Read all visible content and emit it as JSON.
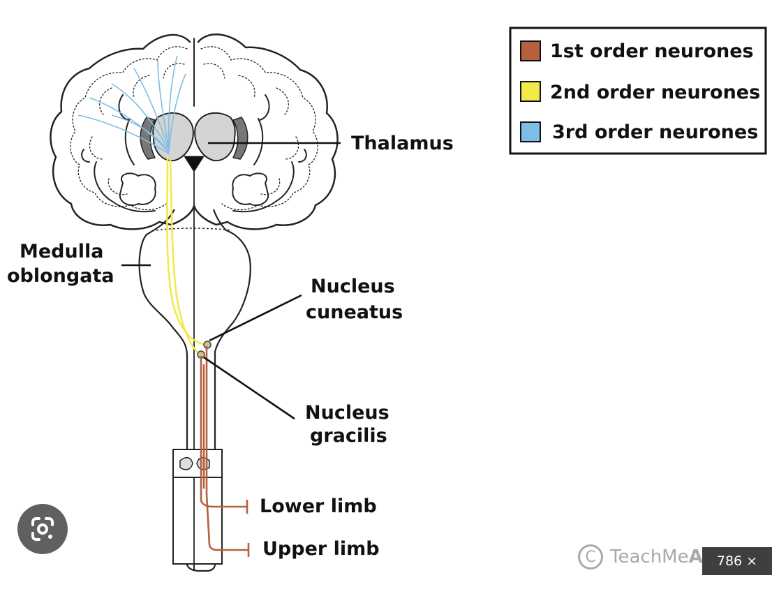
{
  "labels": {
    "thalamus": "Thalamus",
    "medulla_line1": "Medulla",
    "medulla_line2": "oblongata",
    "cuneatus_line1": "Nucleus",
    "cuneatus_line2": "cuneatus",
    "gracilis_line1": "Nucleus",
    "gracilis_line2": "gracilis",
    "lower_limb": "Lower limb",
    "upper_limb": "Upper limb"
  },
  "legend": [
    {
      "label": "1st order neurones",
      "color": "#b5603e"
    },
    {
      "label": "2nd order neurones",
      "color": "#f2ea4a"
    },
    {
      "label": "3rd order neurones",
      "color": "#7ebde6"
    }
  ],
  "watermark": {
    "logo": "C",
    "text": "TeachMe",
    "bold": "Anatomy"
  },
  "dims": "786 × 573",
  "icons": {
    "lens": "google-lens-icon"
  }
}
